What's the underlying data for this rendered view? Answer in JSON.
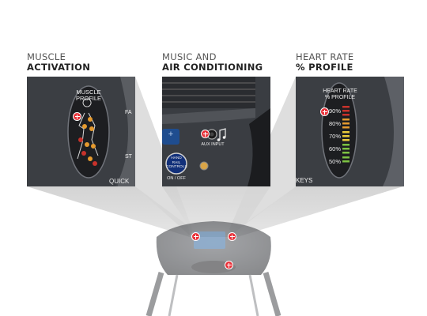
{
  "captions": {
    "left": {
      "line1": "MUSCLE",
      "line2": "ACTIVATION"
    },
    "middle": {
      "line1": "MUSIC AND",
      "line2": "AIR CONDITIONING"
    },
    "right": {
      "line1": "HEART RATE",
      "line2": "% PROFILE"
    }
  },
  "left_panel": {
    "title_line1": "MUSCLE",
    "title_line2": "PROFILE",
    "side_text_1": "FA",
    "side_text_2": "ST",
    "bottom_text": "QUICK"
  },
  "middle_panel": {
    "aux_label": "AUX INPUT",
    "fan_label_line1": "HAND",
    "fan_label_line2": "RAIL",
    "fan_label_line3": "CONTROLS",
    "on_off_label": "ON / OFF",
    "plus_key": "+"
  },
  "right_panel": {
    "title_line1": "HEART RATE",
    "title_line2": "% PROFILE",
    "levels": [
      "90%",
      "80%",
      "70%",
      "60%",
      "50%"
    ],
    "bottom_text": "KEYS"
  },
  "colors": {
    "accent_red": "#e9323a",
    "panel_gray": "#3a3d42",
    "dot_orange": "#e59a2e",
    "dot_red": "#c8322b",
    "dot_green": "#7cc242",
    "dot_yellow": "#e8c93a"
  }
}
